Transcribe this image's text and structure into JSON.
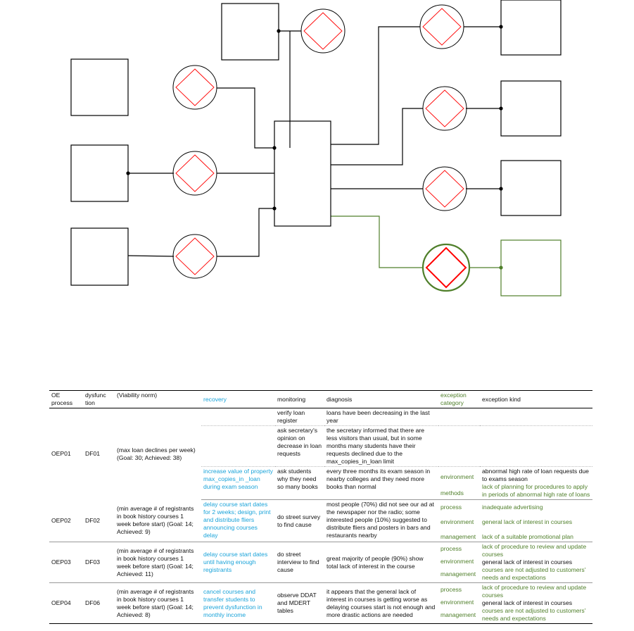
{
  "diagram": {
    "colors": {
      "base": "#000000",
      "node_mark": "#ff0000",
      "highlight": "#4f7f2a"
    }
  },
  "table": {
    "headers": {
      "oe_process": "OE process",
      "dysfunction": "dysfunc tion",
      "viability_norm": "(Viability norm)",
      "recovery": "recovery",
      "monitoring": "monitoring",
      "diagnosis": "diagnosis",
      "exception_category": "exception category",
      "exception_kind": "exception kind"
    },
    "oep01": {
      "process": "OEP01",
      "dysfunction": "DF01",
      "norm": "(max loan declines per week) (Goal: 30; Achieved: 38)",
      "sub1": {
        "monitoring": "verify loan register",
        "diagnosis": "loans have been decreasing in the last year"
      },
      "sub2": {
        "monitoring": "ask secretary's opinion on decrease in loan requests",
        "diagnosis": "the secretary informed that there are less visitors than usual, but in some months many students have their requests declined due to the max_copies_in_loan limit"
      },
      "sub3": {
        "recovery": "increase value of property max_copies_in _loan during exam season",
        "monitoring": "ask students why they need so many books",
        "diagnosis": "every three months its exam season in nearby colleges and they need more books than normal",
        "categories": [
          "environment",
          "methods"
        ],
        "kinds": [
          "abnormal high rate of loan requests due to exams season",
          "lack of planning for procedures to apply in periods of abnormal high rate of loans"
        ]
      }
    },
    "oep02": {
      "process": "OEP02",
      "dysfunction": "DF02",
      "norm": "(min average # of registrants in book history courses 1 week before start) (Goal: 14; Achieved: 9)",
      "recovery": "delay course start dates for 2 weeks; design, print and distribute fliers announcing courses delay",
      "monitoring": "do street survey to find cause",
      "diagnosis": "most people (70%) did not see our ad at the newspaper nor the radio; some interested people (10%) suggested to distribute fliers and posters in bars and restaurants nearby",
      "categories": [
        "process",
        "environment",
        "management"
      ],
      "kinds": [
        "inadequate advertising",
        "general lack of interest in courses",
        "lack of a suitable promotional plan"
      ]
    },
    "oep03": {
      "process": "OEP03",
      "dysfunction": "DF03",
      "norm": "(min average # of registrants in book history courses 1 week before start) (Goal: 14; Achieved: 11)",
      "recovery": "delay course start dates until having enough registrants",
      "monitoring": "do street interview to find cause",
      "diagnosis": "great majority of people (90%) show total lack of interest in the course",
      "categories": [
        "process",
        "environment",
        "management"
      ],
      "kinds": [
        "lack of procedure to review and update courses",
        "general lack of interest in courses",
        "courses are not adjusted to customers' needs and expectations"
      ]
    },
    "oep04": {
      "process": "OEP04",
      "dysfunction": "DF06",
      "norm": "(min average # of registrants in book history courses 1 week before start) (Goal: 14; Achieved: 8)",
      "recovery": "cancel courses and transfer students to prevent dysfunction in monthly income",
      "monitoring": "observe DDAT and MDERT tables",
      "diagnosis": "it appears that the general lack of interest in courses is getting worse as delaying courses start is not enough and more drastic actions are needed",
      "categories": [
        "process",
        "environment",
        "management"
      ],
      "kinds": [
        "lack of procedure to review and update courses",
        "general lack of interest in courses",
        "courses are not adjusted to customers' needs and expectations"
      ]
    }
  }
}
